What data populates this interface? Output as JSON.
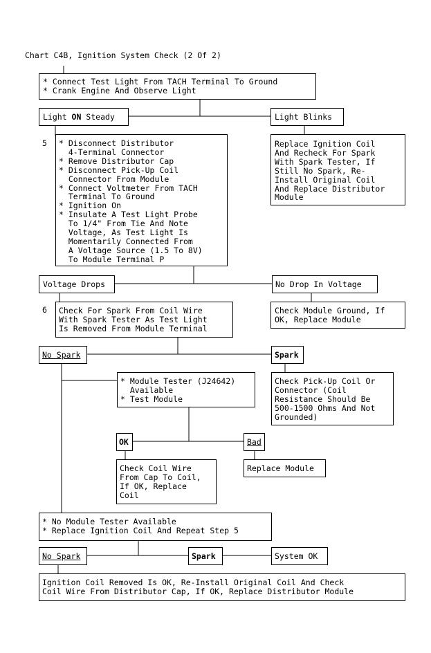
{
  "chart": {
    "title": "Chart C4B, Ignition System Check (2 Of 2)",
    "step1": "* Connect Test Light From TACH Terminal To Ground\n* Crank Engine And Observe Light",
    "light_on_a": "Light ",
    "light_on_b": "ON",
    "light_on_c": " Steady",
    "light_blinks": "Light Blinks",
    "blinks_action": "Replace Ignition Coil\nAnd Recheck For Spark\nWith Spark Tester, If\nStill No Spark, Re-\nInstall Original Coil\nAnd Replace Distributor\nModule",
    "step5_num": "5",
    "step5": "* Disconnect Distributor\n  4-Terminal Connector\n* Remove Distributor Cap\n* Disconnect Pick-Up Coil\n  Connector From Module\n* Connect Voltmeter From TACH\n  Terminal To Ground\n* Ignition On\n* Insulate A Test Light Probe\n  To 1/4\" From Tie And Note\n  Voltage, As Test Light Is\n  Momentarily Connected From\n  A Voltage Source (1.5 To 8V)\n  To Module Terminal P",
    "voltage_drops": "Voltage Drops",
    "no_drop": "No Drop In Voltage",
    "no_drop_action": "Check Module Ground, If\nOK, Replace Module",
    "step6_num": "6",
    "step6": "Check For Spark From Coil Wire\nWith Spark Tester As Test Light\nIs Removed From Module Terminal",
    "no_spark_1": "No Spark",
    "spark_1": "Spark",
    "spark_action": "Check Pick-Up Coil Or\nConnector (Coil\nResistance Should Be\n500-1500 Ohms And Not\nGrounded)",
    "tester_avail": "* Module Tester (J24642)\n  Available\n* Test Module",
    "ok": "OK",
    "bad": "Bad",
    "ok_action": "Check Coil Wire\nFrom Cap To Coil,\nIf OK, Replace\nCoil",
    "bad_action": "Replace Module",
    "no_tester": "* No Module Tester Available\n* Replace Ignition Coil And Repeat Step 5",
    "no_spark_2": "No Spark",
    "spark_2": "Spark",
    "system_ok": "System OK",
    "final": "Ignition Coil Removed Is OK, Re-Install Original Coil And Check\nCoil Wire From Distributor Cap, If OK, Replace Distributor Module"
  }
}
